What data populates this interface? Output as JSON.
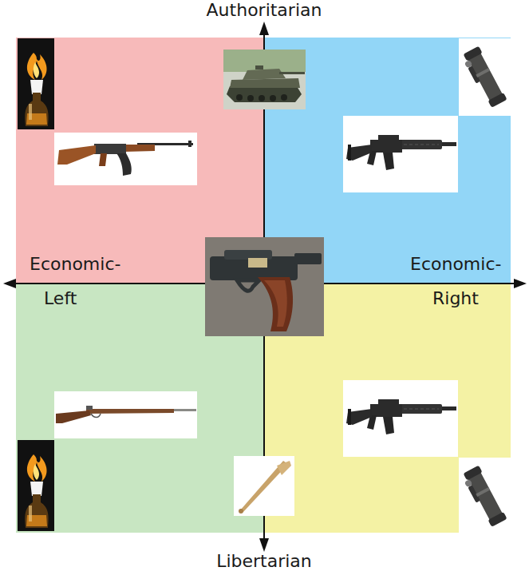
{
  "diagram": {
    "labels": [
      "Authoritarian",
      "Economic-",
      "Left",
      "Economic-",
      "Right",
      "Libertarian"
    ]
  }
}
